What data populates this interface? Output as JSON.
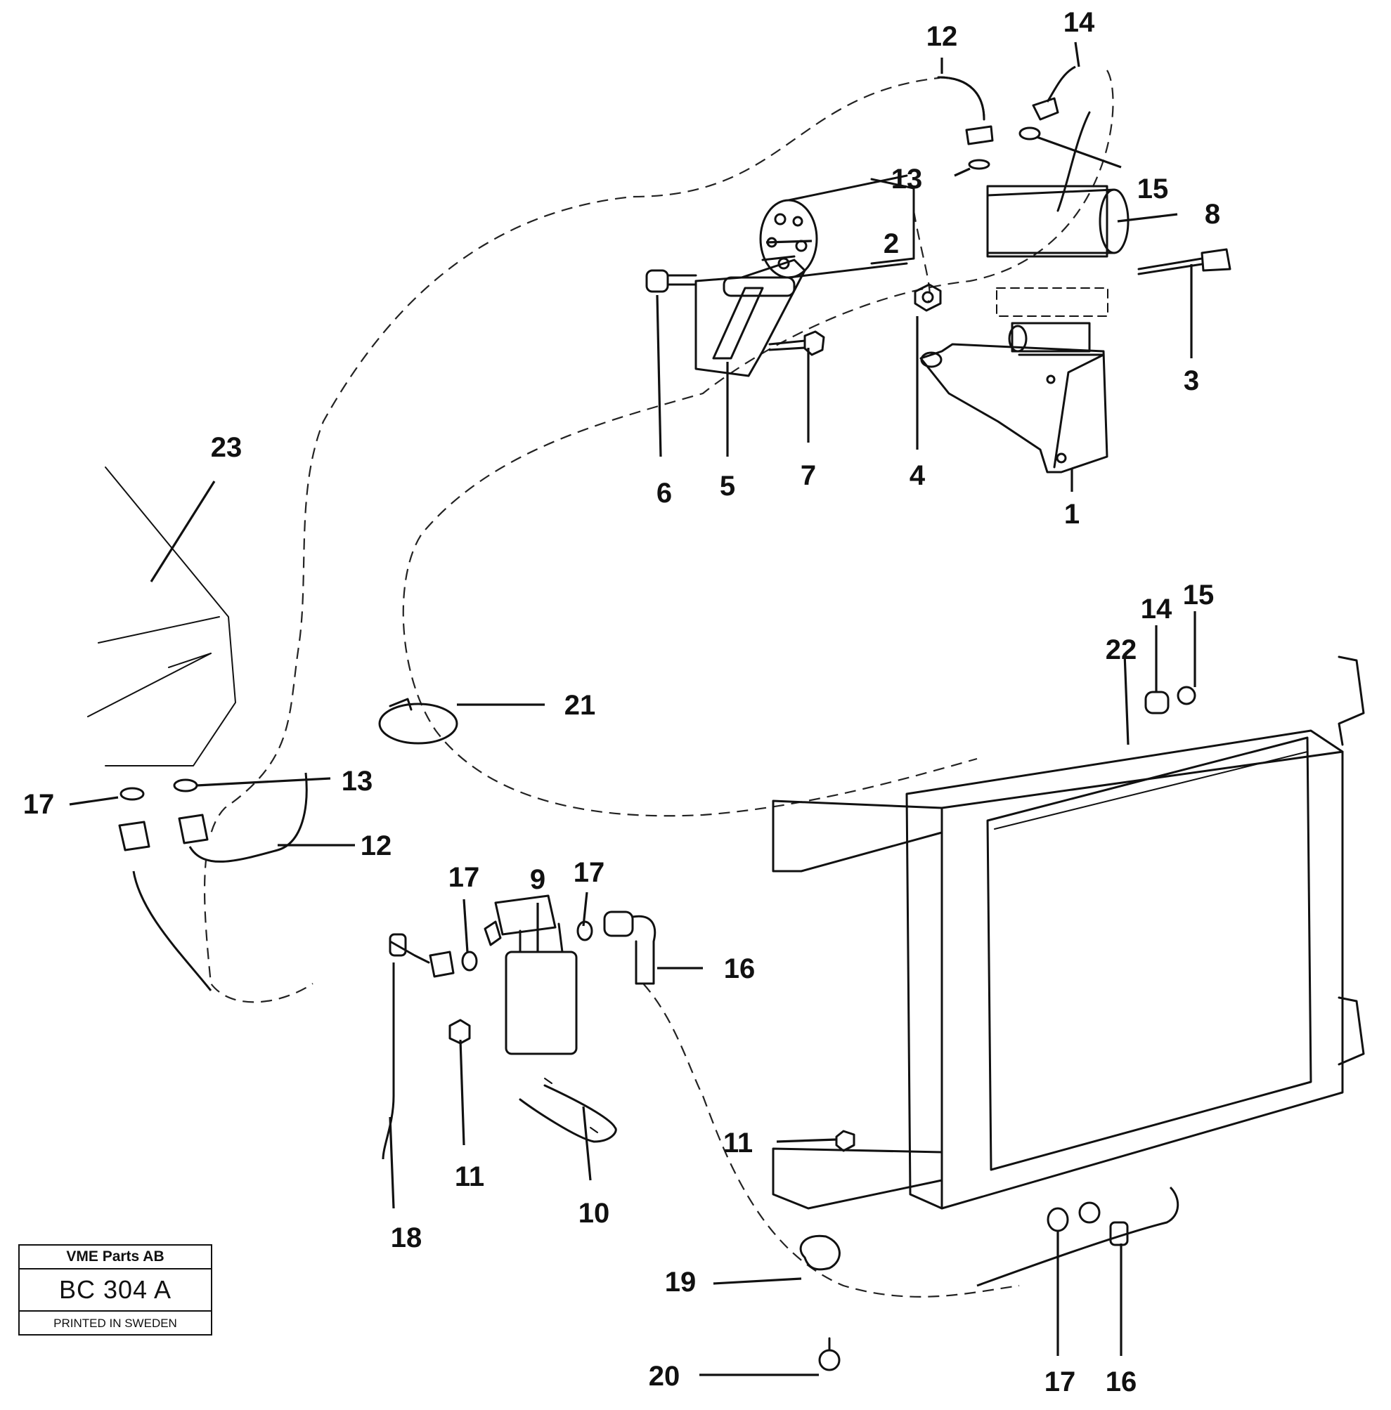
{
  "diagram": {
    "callouts": {
      "c1": "1",
      "c2": "2",
      "c3": "3",
      "c4": "4",
      "c5": "5",
      "c6": "6",
      "c7": "7",
      "c8": "8",
      "c9": "9",
      "c10": "10",
      "c11a": "11",
      "c11b": "11",
      "c12a": "12",
      "c12b": "12",
      "c13a": "13",
      "c13b": "13",
      "c14a": "14",
      "c14b": "14",
      "c15a": "15",
      "c15b": "15",
      "c16a": "16",
      "c16b": "16",
      "c17a": "17",
      "c17b": "17",
      "c17c": "17",
      "c17d": "17",
      "c18": "18",
      "c19": "19",
      "c20": "20",
      "c21": "21",
      "c22": "22",
      "c23": "23"
    }
  },
  "title_block": {
    "company": "VME Parts AB",
    "code": "BC 304 A",
    "printed": "PRINTED IN SWEDEN"
  }
}
